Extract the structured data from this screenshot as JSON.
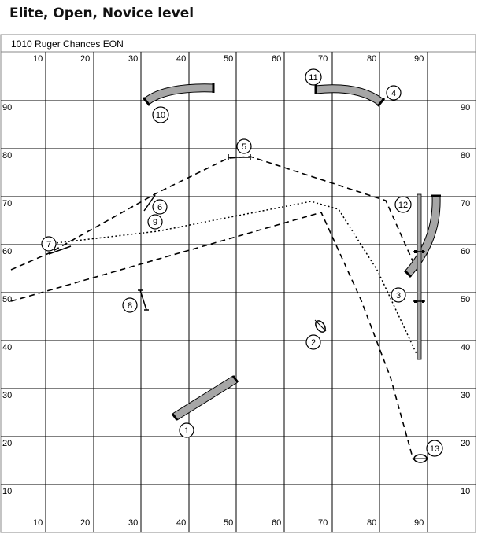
{
  "header": {
    "title": "Elite, Open, Novice level",
    "course_name": "1010 Ruger Chances EON"
  },
  "grid": {
    "x_labels": [
      "10",
      "20",
      "30",
      "40",
      "50",
      "60",
      "70",
      "80",
      "90"
    ],
    "y_labels": [
      "90",
      "80",
      "70",
      "60",
      "50",
      "40",
      "30",
      "20",
      "10"
    ]
  },
  "obstacles": [
    {
      "number": "1",
      "type": "tunnel"
    },
    {
      "number": "2",
      "type": "tire"
    },
    {
      "number": "3",
      "type": "dog-walk"
    },
    {
      "number": "4",
      "type": "curved-tunnel"
    },
    {
      "number": "5",
      "type": "jump"
    },
    {
      "number": "6",
      "type": "jump"
    },
    {
      "number": "7",
      "type": "jump"
    },
    {
      "number": "8",
      "type": "jump"
    },
    {
      "number": "9",
      "type": "jump"
    },
    {
      "number": "10",
      "type": "curved-tunnel"
    },
    {
      "number": "11",
      "type": "curved-tunnel"
    },
    {
      "number": "12",
      "type": "curved-tunnel"
    },
    {
      "number": "13",
      "type": "tire"
    }
  ],
  "colors": {
    "tunnel_fill": "#a6a6a6",
    "line": "#000000"
  }
}
